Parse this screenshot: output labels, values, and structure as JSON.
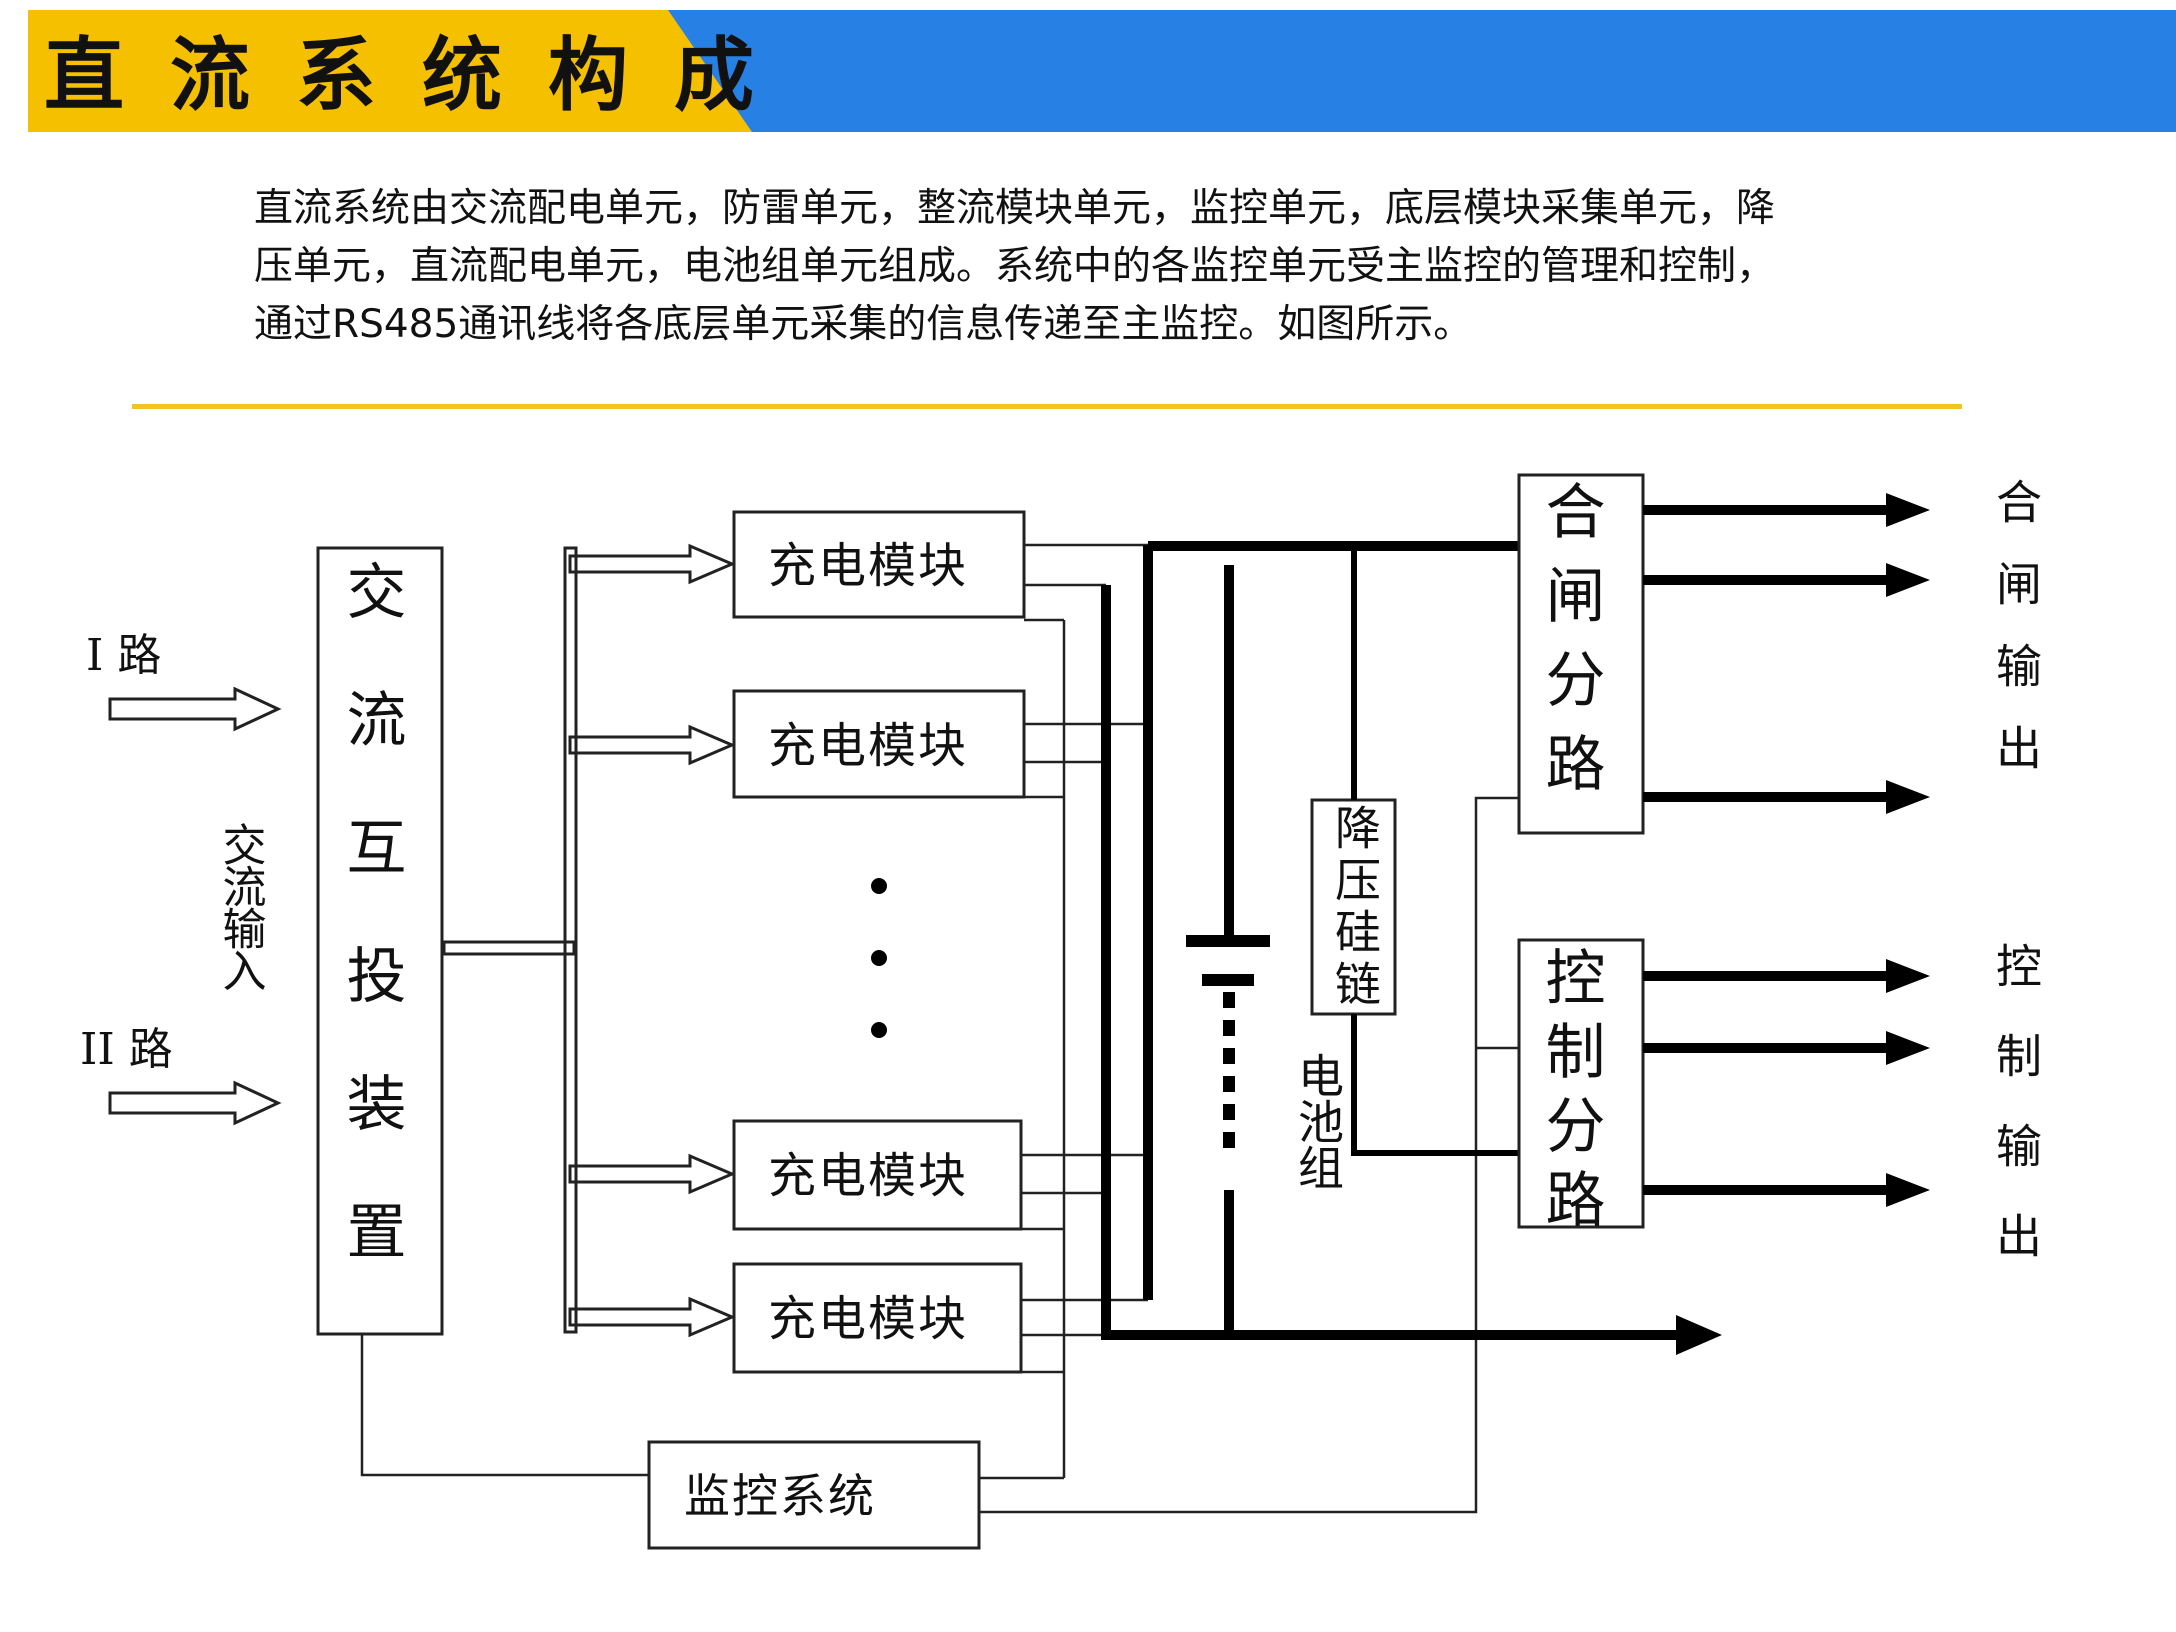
{
  "header": {
    "title": "直流系统构成",
    "colors": {
      "yellow": "#f5c000",
      "blue": "#2781e4"
    }
  },
  "intro": {
    "lines": [
      "直流系统由交流配电单元，防雷单元，整流模块单元，监控单元，底层模块采集单元，降",
      "压单元，直流配电单元，电池组单元组成。系统中的各监控单元受主监控的管理和控制，",
      "通过RS485通讯线将各底层单元采集的信息传递至主监控。如图所示。"
    ]
  },
  "diagram": {
    "inputs": {
      "route1": "I 路",
      "route2": "II 路",
      "ac_input": "交流输入"
    },
    "ats": "交流互投装置",
    "charger": [
      "充电模块",
      "充电模块",
      "充电模块",
      "充电模块"
    ],
    "step_down": "降压硅链",
    "battery": "电池组",
    "closing_branch": "合闸分路",
    "control_branch": "控制分路",
    "monitor": "监控系统",
    "closing_output": "合闸输出",
    "control_output": "控制输出"
  }
}
